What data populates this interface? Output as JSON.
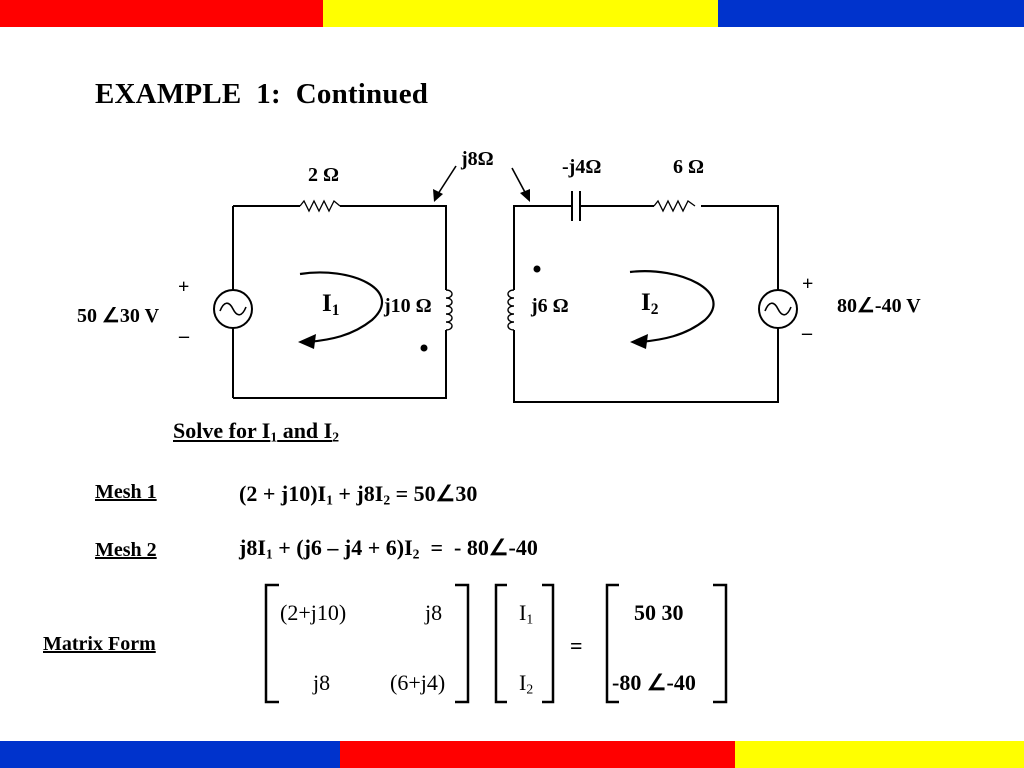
{
  "colors": {
    "red": "#ff0000",
    "yellow": "#ffff00",
    "blue": "#0033cc"
  },
  "top_bar": [
    {
      "color": "#ff0000",
      "width_fraction": 0.315
    },
    {
      "color": "#ffff00",
      "width_fraction": 0.386
    },
    {
      "color": "#0033cc",
      "width_fraction": 0.299
    }
  ],
  "bottom_bar": [
    {
      "color": "#0033cc",
      "width_fraction": 0.332
    },
    {
      "color": "#ff0000",
      "width_fraction": 0.386
    },
    {
      "color": "#ffff00",
      "width_fraction": 0.282
    }
  ],
  "title": "EXAMPLE  1:  Continued",
  "circuit": {
    "r1": "2 Ω",
    "mutual": "j8Ω",
    "cap": "-j4Ω",
    "r2": "6 Ω",
    "source1_plus": "+",
    "source1_minus": "–",
    "source1_value": "50 ∠30 V",
    "source2_plus": "+",
    "source2_minus": "–",
    "source2_value": "80∠-40 V",
    "mesh1_current": "I",
    "mesh1_sub": "1",
    "mesh2_current": "I",
    "mesh2_sub": "2",
    "l1": "j10 Ω",
    "l2": "j6 Ω"
  },
  "solve": {
    "text_a": "Solve for I",
    "sub_a": "1",
    "text_b": " and I",
    "sub_b": "2"
  },
  "mesh1": {
    "label": "Mesh 1",
    "eq_a": "(2 + j10)I",
    "sub_a": "1",
    "eq_b": " + j8I",
    "sub_b": "2",
    "eq_c": " = 50∠30"
  },
  "mesh2": {
    "label": "Mesh 2",
    "eq_a": "j8I",
    "sub_a": "1",
    "eq_b": " + (j6 – j4 + 6)I",
    "sub_b": "2",
    "eq_c": "  =  - 80∠-40"
  },
  "matrix": {
    "label": "Matrix Form",
    "a11": "(2+j10)",
    "a12": "j8",
    "a21": "j8",
    "a22": "(6+j4)",
    "x1": "I",
    "x1_sub": "1",
    "x2": "I",
    "x2_sub": "2",
    "equals": "=",
    "b1": "50 30",
    "b2": "-80 ∠-40"
  }
}
